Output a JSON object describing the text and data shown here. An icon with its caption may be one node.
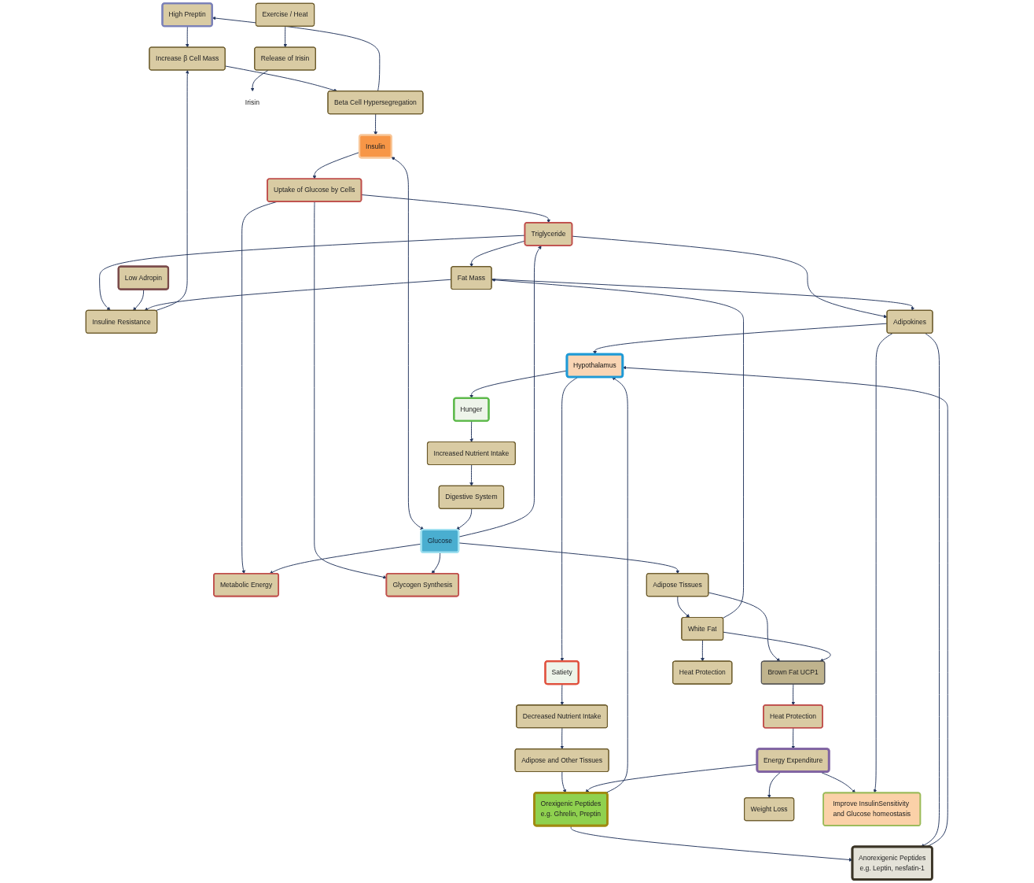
{
  "diagram": {
    "nodes": [
      {
        "text": [
          "Triglyceride"
        ]
      },
      {
        "text": [
          "Metabolic Energy"
        ]
      },
      {
        "text": [
          "Glycogen Synthesis"
        ]
      },
      {
        "text": [
          "Uptake of Glucose by Cells"
        ]
      },
      {
        "text": [
          "Hypothalamus"
        ]
      },
      {
        "text": [
          "Insulin"
        ]
      },
      {
        "text": [
          "Hunger"
        ]
      },
      {
        "text": [
          "Satiety"
        ]
      },
      {
        "text": [
          "Anorexigenic Peptides",
          "e.g. Leptin, nesfatin-1"
        ]
      },
      {
        "text": [
          "Increased Nutrient Intake"
        ]
      },
      {
        "text": [
          "Decreased Nutrient Intake"
        ]
      },
      {
        "text": [
          "Beta Cell Hypersegregation"
        ]
      },
      {
        "text": [
          "Digestive System"
        ]
      },
      {
        "text": [
          "Adipose and Other Tissues"
        ]
      },
      {
        "text": [
          "Orexigenic Peptides",
          "e.g. Ghrelin, Preptin"
        ]
      },
      {
        "text": [
          "High Preptin"
        ]
      },
      {
        "text": [
          "Increase β Cell Mass"
        ]
      },
      {
        "text": [
          "Glucose"
        ]
      },
      {
        "text": [
          "Insuline Resistance"
        ]
      },
      {
        "text": [
          "Low Adropin"
        ]
      },
      {
        "text": [
          "Adipose Tissues"
        ]
      },
      {
        "text": [
          "Fat Mass"
        ]
      },
      {
        "text": [
          "White Fat"
        ]
      },
      {
        "text": [
          "Brown Fat UCP1"
        ]
      },
      {
        "text": [
          "Irisin"
        ]
      },
      {
        "text": [
          "Heat Protection"
        ]
      },
      {
        "text": [
          "Energy Expenditure"
        ]
      },
      {
        "text": [
          "Adipokines"
        ]
      },
      {
        "text": [
          "Heat Protection"
        ]
      },
      {
        "text": [
          "Release of Irisin"
        ]
      },
      {
        "text": [
          "Exercise / Heat"
        ]
      },
      {
        "text": [
          "Weight Loss"
        ]
      },
      {
        "text": [
          "Improve InsulinSensitivity and Glucose homeostasis"
        ]
      }
    ],
    "edges": [
      {
        "from": 3,
        "to": 0,
        "arrow": "to"
      },
      {
        "from": 3,
        "to": 1,
        "arrow": "to"
      },
      {
        "from": 3,
        "to": 2,
        "arrow": "to"
      },
      {
        "from": 17,
        "to": 0,
        "arrow": "to"
      },
      {
        "from": 17,
        "to": 1,
        "arrow": "to"
      },
      {
        "from": 17,
        "to": 2,
        "arrow": "to"
      },
      {
        "from": 0,
        "to": 18,
        "arrow": "to"
      },
      {
        "from": 0,
        "to": 21,
        "arrow": "to"
      },
      {
        "from": 0,
        "to": 27,
        "arrow": "to"
      },
      {
        "from": 4,
        "to": 6,
        "arrow": "to"
      },
      {
        "from": 4,
        "to": 7,
        "arrow": "to"
      },
      {
        "from": 5,
        "to": 3,
        "arrow": "to"
      },
      {
        "from": 5,
        "to": 17,
        "arrow": "both"
      },
      {
        "from": 6,
        "to": 9,
        "arrow": "to"
      },
      {
        "from": 7,
        "to": 10,
        "arrow": "to"
      },
      {
        "from": 9,
        "to": 12,
        "arrow": "to"
      },
      {
        "from": 10,
        "to": 13,
        "arrow": "to"
      },
      {
        "from": 13,
        "to": 14,
        "arrow": "to"
      },
      {
        "from": 11,
        "to": 5,
        "arrow": "to"
      },
      {
        "from": 11,
        "to": 15,
        "arrow": "to"
      },
      {
        "from": 15,
        "to": 16,
        "arrow": "to"
      },
      {
        "from": 16,
        "to": 11,
        "arrow": "to"
      },
      {
        "from": 18,
        "to": 16,
        "arrow": "to"
      },
      {
        "from": 19,
        "to": 18,
        "arrow": "to"
      },
      {
        "from": 12,
        "to": 17,
        "arrow": "to"
      },
      {
        "from": 17,
        "to": 20,
        "arrow": "to"
      },
      {
        "from": 20,
        "to": 22,
        "arrow": "to"
      },
      {
        "from": 20,
        "to": 23,
        "arrow": "to"
      },
      {
        "from": 21,
        "to": 18,
        "arrow": "to"
      },
      {
        "from": 21,
        "to": 27,
        "arrow": "to"
      },
      {
        "from": 22,
        "to": 21,
        "arrow": "to"
      },
      {
        "from": 22,
        "to": 28,
        "arrow": "to"
      },
      {
        "from": 22,
        "to": 23,
        "arrow": "to"
      },
      {
        "from": 29,
        "to": 24,
        "arrow": "to"
      },
      {
        "from": 23,
        "to": 25,
        "arrow": "to"
      },
      {
        "from": 25,
        "to": 26,
        "arrow": "to"
      },
      {
        "from": 26,
        "to": 14,
        "arrow": "to"
      },
      {
        "from": 26,
        "to": 31,
        "arrow": "to"
      },
      {
        "from": 26,
        "to": 32,
        "arrow": "to"
      },
      {
        "from": 30,
        "to": 29,
        "arrow": "to"
      },
      {
        "from": 8,
        "to": 4,
        "arrow": "to"
      },
      {
        "from": 14,
        "to": 4,
        "arrow": "to"
      },
      {
        "from": 14,
        "to": 8,
        "arrow": "to"
      },
      {
        "from": 27,
        "to": 4,
        "arrow": "to"
      },
      {
        "from": 27,
        "to": 8,
        "arrow": "to"
      },
      {
        "from": 27,
        "to": 32,
        "arrow": "to"
      }
    ]
  }
}
